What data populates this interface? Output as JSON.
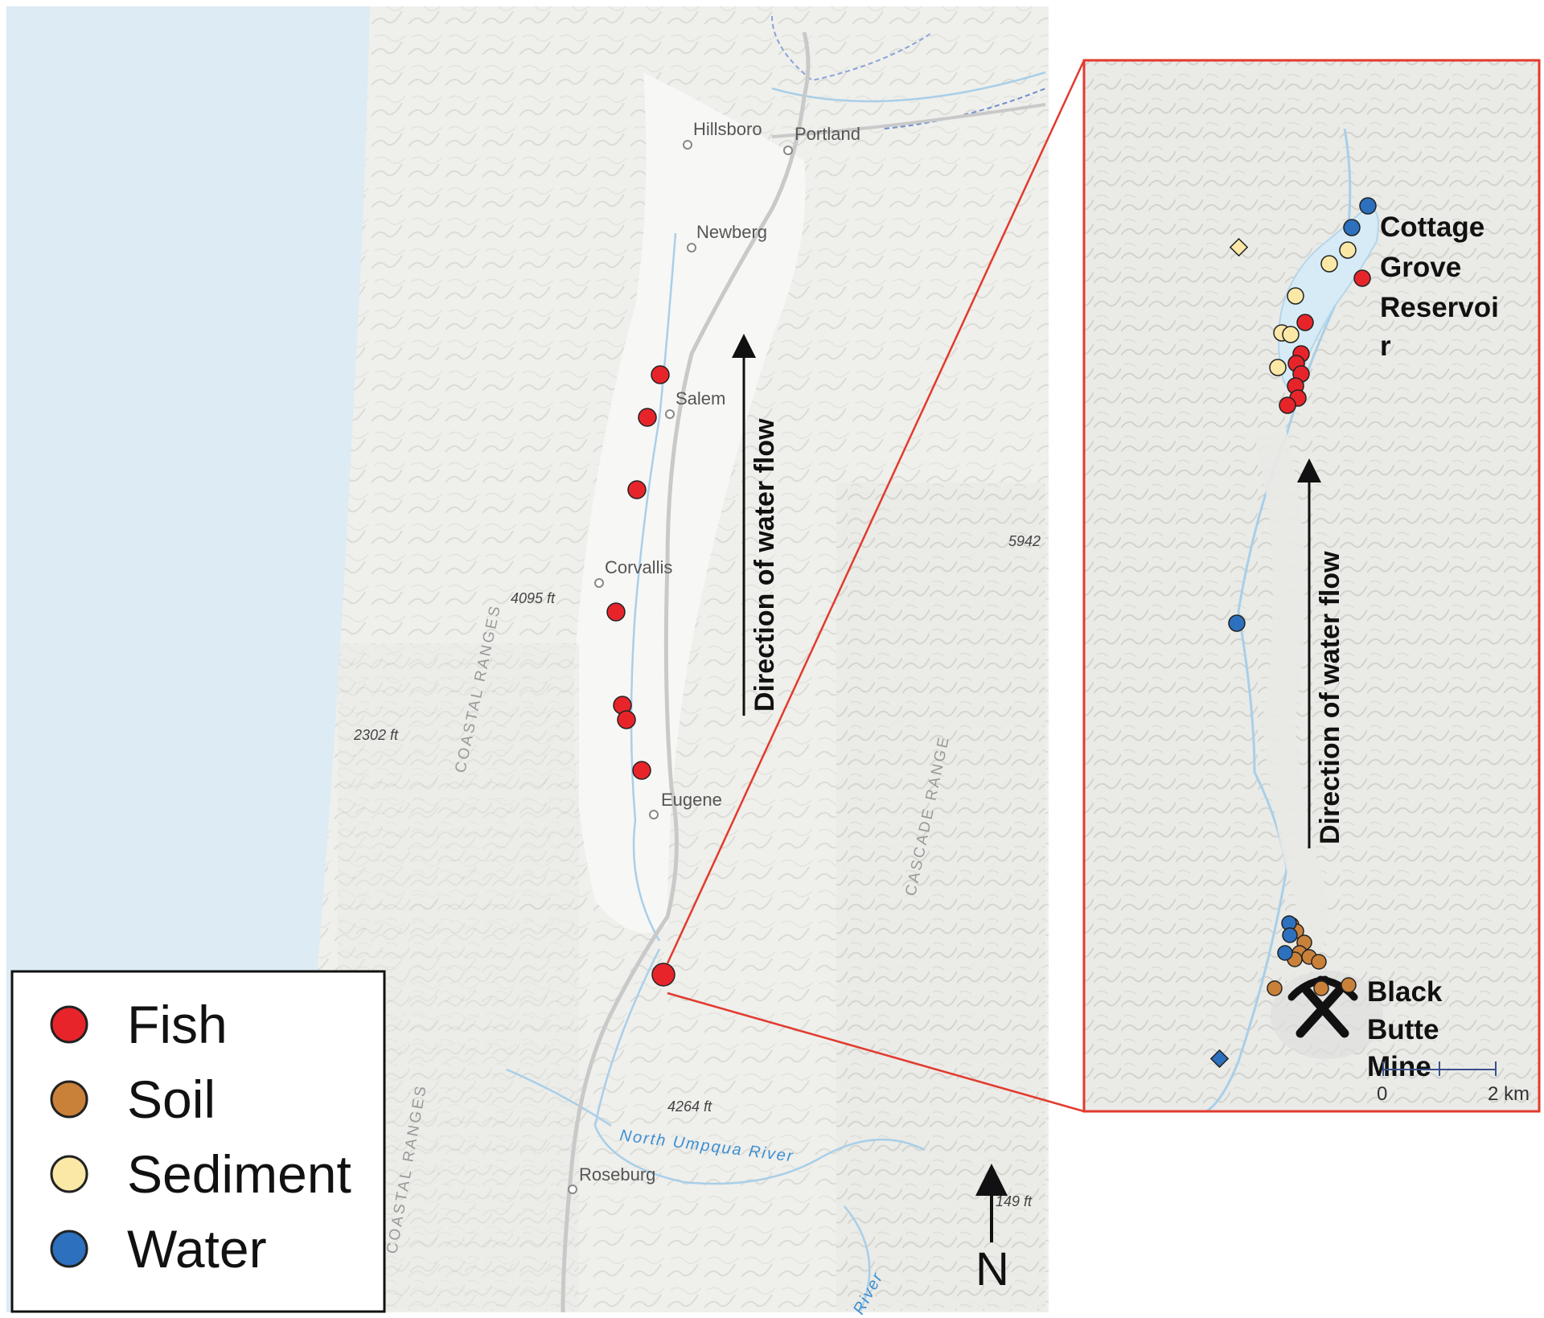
{
  "colors": {
    "fish": "#e8242b",
    "soil": "#c9813a",
    "sediment": "#fbe8a6",
    "water": "#2d70bd",
    "ocean": "#dcebf4",
    "land": "#efefec",
    "valley": "#f7f7f6",
    "inset_border": "#e23a2e"
  },
  "main_map": {
    "cities": [
      {
        "name": "Hillsboro"
      },
      {
        "name": "Portland"
      },
      {
        "name": "Newberg"
      },
      {
        "name": "Salem"
      },
      {
        "name": "Corvallis"
      },
      {
        "name": "Eugene"
      },
      {
        "name": "Roseburg"
      }
    ],
    "elevations": [
      "4095 ft",
      "2302 ft",
      "4264 ft",
      "5942",
      "149 ft"
    ],
    "ranges": [
      "COASTAL RANGES",
      "CASCADE RANGE",
      "COASTAL RANGES"
    ],
    "rivers": [
      "North Umpqua River",
      "River"
    ],
    "flow_label": "Direction of water flow",
    "north_label": "N"
  },
  "inset": {
    "reservoir_label": [
      "Cottage",
      "Grove",
      "Reservoi",
      "r"
    ],
    "mine_label": [
      "Black",
      "Butte",
      "Mine"
    ],
    "flow_label": "Direction of water flow",
    "scale": {
      "start": "0",
      "end": "2 km"
    },
    "mine_icon": "crossed-pickaxes-icon"
  },
  "legend": {
    "items": [
      {
        "label": "Fish",
        "key": "fish"
      },
      {
        "label": "Soil",
        "key": "soil"
      },
      {
        "label": "Sediment",
        "key": "sediment"
      },
      {
        "label": "Water",
        "key": "water"
      }
    ]
  }
}
